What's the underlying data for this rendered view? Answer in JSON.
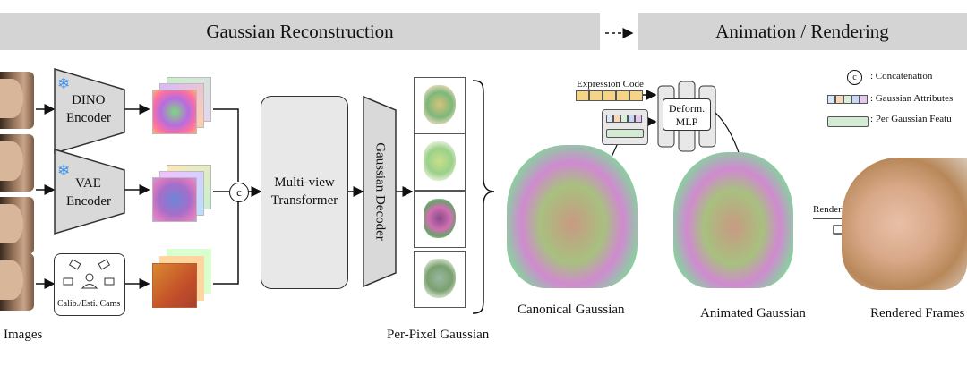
{
  "header": {
    "reconstruction_title": "Gaussian Reconstruction",
    "animation_title": "Animation / Rendering"
  },
  "encoders": {
    "dino": [
      "DINO",
      "Encoder"
    ],
    "vae": [
      "VAE",
      "Encoder"
    ],
    "cams_label": "Calib./Esti. Cams",
    "concat_symbol": "c"
  },
  "transformer": [
    "Multi-view",
    "Transformer"
  ],
  "decoder": "Gaussian Decoder",
  "labels": {
    "images": "Images",
    "per_pixel": "Per-Pixel Gaussian",
    "canonical": "Canonical Gaussian",
    "animated": "Animated Gaussian",
    "rendered": "Rendered Frames",
    "expression_code": "Expression Code",
    "deform_mlp": [
      "Deform.",
      "MLP"
    ],
    "rendering": "Rendering"
  },
  "legend": {
    "concat": ": Concatenation",
    "gauss_attr": ": Gaussian Attributes",
    "per_gauss": ": Per Gaussian Featu"
  },
  "colors": {
    "banner": "#d4d4d4",
    "expression_cell": "#f5d48a",
    "feature_bar": "#d3ead3",
    "snowflake": "#3b8ee8"
  }
}
